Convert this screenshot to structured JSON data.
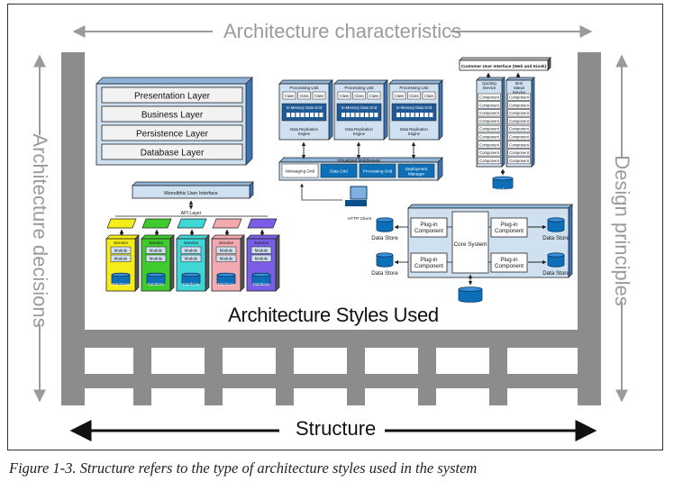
{
  "axes": {
    "top": "Architecture characteristics",
    "left": "Architecture decisions",
    "right": "Design principles",
    "bottom": "Structure"
  },
  "title": "Architecture Styles Used",
  "caption": "Figure 1-3. Structure refers to the type of architecture styles used in the system",
  "layered": {
    "layers": [
      "Presentation Layer",
      "Business Layer",
      "Persistence Layer",
      "Database Layer"
    ]
  },
  "space_based": {
    "unit_title": "Processing Unit",
    "class_label": "Class",
    "grid_label": "In-Memory Data Grid",
    "replication_label": "Data Replication Engine",
    "middleware_title": "Virtualized Middleware",
    "middleware_items": [
      "Messaging Grid",
      "Data Grid",
      "Processing Grid",
      "Deployment Manager"
    ],
    "client_label": "HTTP Client"
  },
  "service_based": {
    "ui_title": "Customer User Interface (Web and Kiosk)",
    "services": [
      "Quoting Service",
      "Item Status Service"
    ],
    "component_label": "Component",
    "database_label": "Database"
  },
  "microservices": {
    "ui_title": "Monolithic User Interface",
    "api_label": "API Layer",
    "service_label": "Service",
    "module_label": "Module",
    "database_label": "Database"
  },
  "microkernel": {
    "core_label": "Core System",
    "plugin_label": "Plug-in Component",
    "datastore_label": "Data Store",
    "database_label": "Database"
  },
  "colors": {
    "blue": "#0d6fb8",
    "dark_blue": "#1f5a96",
    "axis_gray": "#9a9a9a",
    "structure_gray": "#8c8c8c",
    "yellow": "#f5ec1b",
    "green": "#3fca2e",
    "cyan": "#3fd6d6",
    "pink": "#f2aab0",
    "purple": "#7a5ee8"
  }
}
